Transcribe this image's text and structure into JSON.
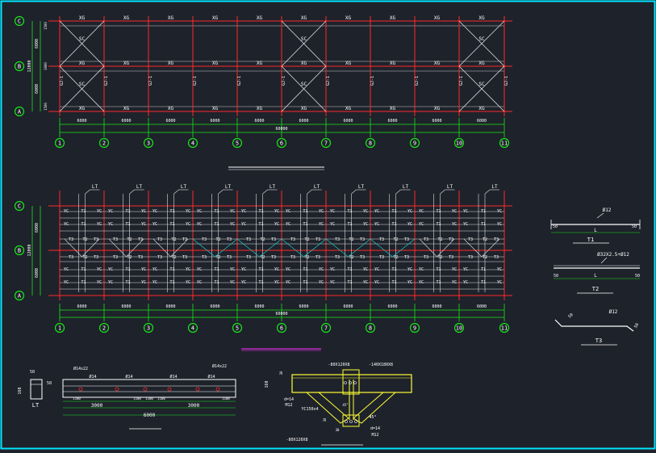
{
  "colors": {
    "background": "#1e222b",
    "border": "#00e5ff",
    "grid_red": "#ff2a2a",
    "grid_green": "#19e619",
    "text_white": "#ffffff",
    "member_white": "#e8e8e8",
    "tie_cyan": "#19c8c8",
    "steel_yellow": "#ffff33",
    "underline_magenta": "#ff33ff"
  },
  "axes": {
    "rows": [
      "C",
      "B",
      "A"
    ],
    "columns": [
      "1",
      "2",
      "3",
      "4",
      "5",
      "6",
      "7",
      "8",
      "9",
      "10",
      "11"
    ]
  },
  "plan1": {
    "bay_labels": [
      "6000",
      "6000",
      "6000",
      "6000",
      "6000",
      "6000",
      "6000",
      "6000",
      "6000",
      "6000"
    ],
    "total_label": "60000",
    "beam_label": "XG",
    "brace_label": "SC",
    "column_tag": "GJ-1",
    "left_dims": [
      "12000",
      "6000",
      "6000",
      "1500",
      "3000",
      "1500"
    ]
  },
  "plan2": {
    "bay_labels": [
      "6000",
      "6000",
      "6000",
      "6000",
      "6000",
      "6000",
      "6000",
      "6000",
      "6000",
      "6000"
    ],
    "total_label": "60000",
    "lt_label": "LT",
    "yc_label": "YC",
    "t1_label": "T1",
    "t2_label": "T2",
    "t3_label": "T3",
    "left_dims": [
      "12000",
      "6000",
      "6000"
    ]
  },
  "details": {
    "t1": {
      "title": "T1",
      "rebar": "Ø12",
      "len": "L",
      "end": "50"
    },
    "t2": {
      "title": "T2",
      "rebar": "Ø32X2.5+Ø12",
      "len": "L",
      "end": "50"
    },
    "t3": {
      "title": "T3",
      "rebar": "Ø12",
      "end": "50"
    },
    "lt": {
      "title": "LT",
      "dims": [
        "50",
        "160",
        "50"
      ]
    },
    "beam": {
      "top_labels": [
        "Ø14x22",
        "Ø14x22"
      ],
      "hole_labels": [
        "Ø14",
        "Ø14",
        "Ø14",
        "Ø14"
      ],
      "dims_small": [
        "1100",
        "1100",
        "1100",
        "1100",
        "1100"
      ],
      "dims_mid": [
        "3000",
        "3000"
      ],
      "dim_total": "6000"
    },
    "node": {
      "labels": [
        "-140X180X8",
        "-80X120X8",
        "d=14",
        "M12",
        "YC150x4",
        "45°",
        "45°",
        "d=14",
        "M12",
        "-80X120X8"
      ],
      "dims": [
        "160",
        "30",
        "30",
        "30"
      ]
    }
  }
}
